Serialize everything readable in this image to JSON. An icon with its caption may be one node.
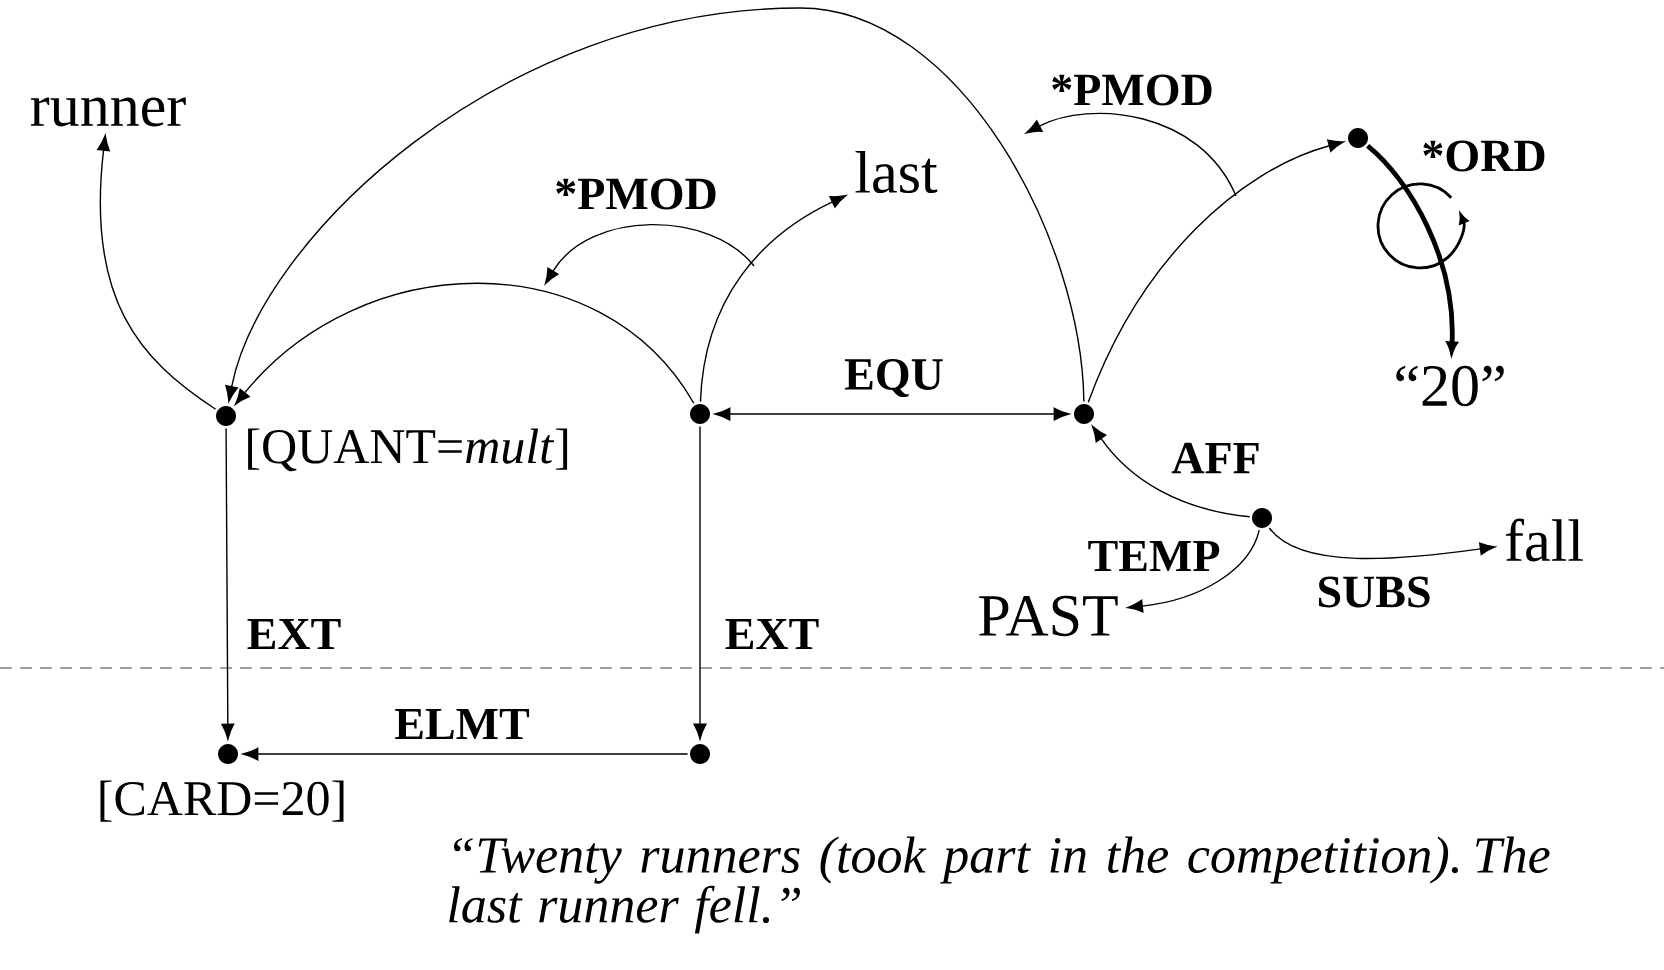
{
  "diagram": {
    "caption": "*“Twenty runners (took part in the competition). The last runner fell*.”",
    "nodes": [
      {
        "text": [
          "runner"
        ]
      },
      {
        "text": [],
        "shape": "circle",
        "beside": [
          "[QUANT=*mult*]"
        ]
      },
      {
        "text": [
          "last"
        ]
      },
      {
        "text": [],
        "shape": "circle"
      },
      {
        "text": [],
        "shape": "circle"
      },
      {
        "text": [],
        "shape": "circle"
      },
      {
        "text": [
          "“20”"
        ]
      },
      {
        "text": [],
        "shape": "circle"
      },
      {
        "text": [
          "PAST"
        ]
      },
      {
        "text": [
          "fall"
        ]
      },
      {
        "text": [],
        "shape": "circle",
        "beside": [
          "[CARD=20]"
        ]
      },
      {
        "text": [],
        "shape": "circle"
      }
    ],
    "edges": [
      {
        "from": 1,
        "to": 0,
        "arrow": "to"
      },
      {
        "from": 3,
        "to": 1,
        "arrow": "to"
      },
      {
        "from": 3,
        "to": 2,
        "arrow": "to"
      },
      {
        "from": 4,
        "to": 1,
        "arrow": "to"
      },
      {
        "from": 4,
        "to": 5,
        "arrow": "to"
      },
      {
        "from": 5,
        "to": 6,
        "arrow": "to",
        "label": "*ORD",
        "style": "thick"
      },
      {
        "from": 3,
        "to": 4,
        "arrow": "both",
        "label": "EQU"
      },
      {
        "from": 7,
        "to": 4,
        "arrow": "to",
        "label": "AFF"
      },
      {
        "from": 7,
        "to": 8,
        "arrow": "to",
        "label": "TEMP"
      },
      {
        "from": 7,
        "to": 9,
        "arrow": "to",
        "label": "SUBS"
      },
      {
        "from": 1,
        "to": 10,
        "arrow": "to",
        "label": "EXT"
      },
      {
        "from": 3,
        "to": 11,
        "arrow": "to",
        "label": "EXT"
      },
      {
        "from": 11,
        "to": 10,
        "arrow": "to",
        "label": "ELMT"
      }
    ],
    "labels": [
      "*PMOD",
      "*PMOD"
    ]
  }
}
